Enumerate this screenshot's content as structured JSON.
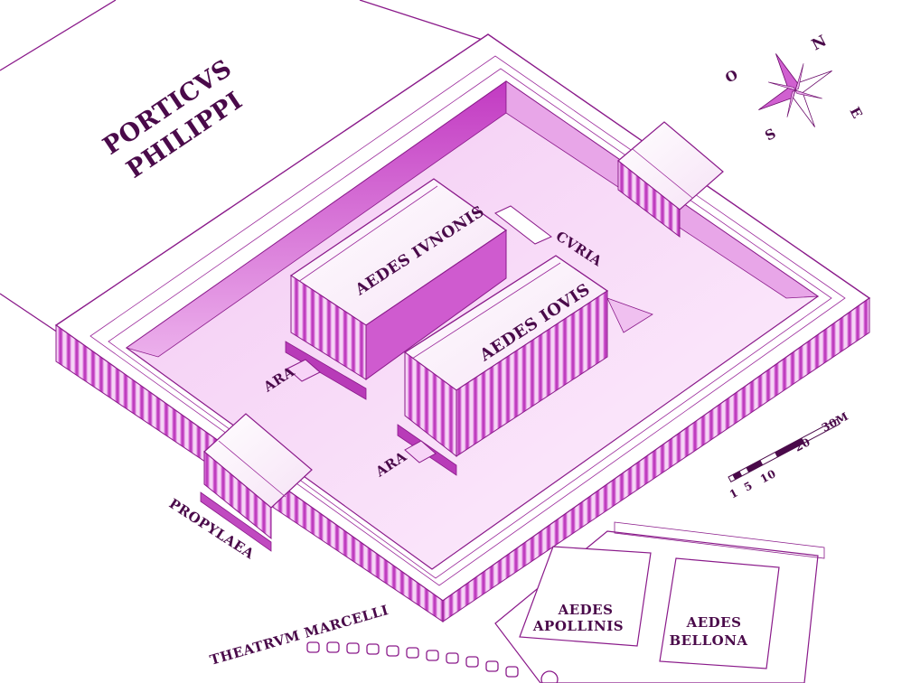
{
  "labels": {
    "porticus_line1": "PORTICVS",
    "porticus_line2": "PHILIPPI",
    "aedes_ivnonis": "AEDES IVNONIS",
    "aedes_iovis": "AEDES IOVIS",
    "curia": "CVRIA",
    "ara_junonis": "ARA",
    "ara_iovis": "ARA",
    "propylaea": "PROPYLAEA",
    "theatrum": "THEATRVM MARCELLI",
    "apollinis_line1": "AEDES",
    "apollinis_line2": "APOLLINIS",
    "bellona_line1": "AEDES",
    "bellona_line2": "BELLONA"
  },
  "compass": {
    "n": "N",
    "e": "E",
    "s": "S",
    "o": "O"
  },
  "scale_bar": {
    "ticks": [
      "1",
      "5",
      "10",
      "20",
      "30M"
    ]
  },
  "colors": {
    "accent": "#e040e0",
    "dark": "#4a0a4a",
    "line": "#8a1a8a",
    "floor": "#f7d8f7"
  }
}
